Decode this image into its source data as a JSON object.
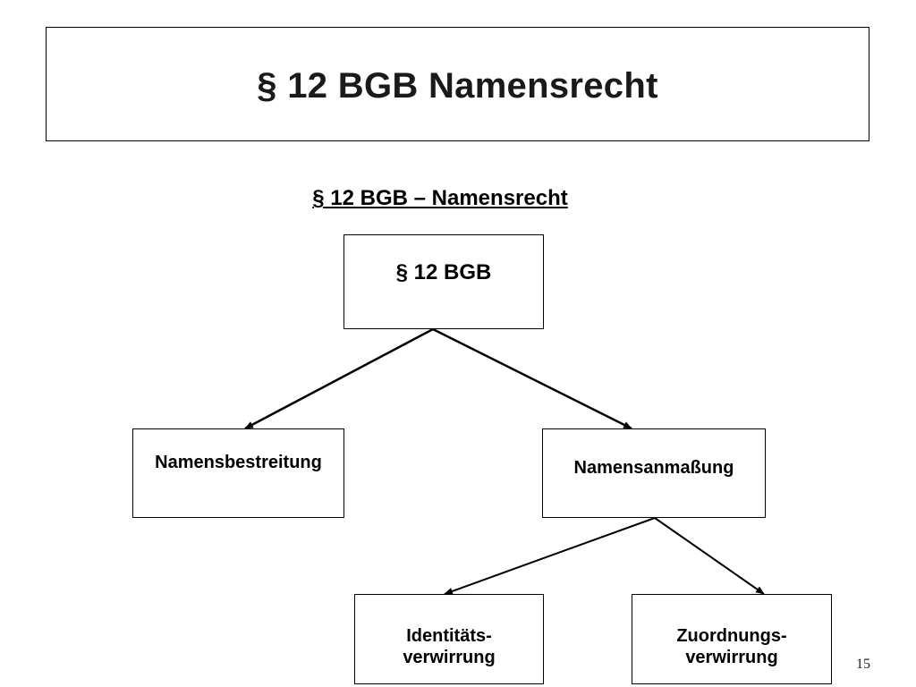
{
  "slide": {
    "title": "§ 12 BGB Namensrecht",
    "page_number": "15"
  },
  "diagram": {
    "heading": "§ 12 BGB – Namensrecht",
    "root": {
      "label": "§ 12 BGB"
    },
    "level1": {
      "left": {
        "label": "Namensbestreitung"
      },
      "right": {
        "label": "Namensanmaßung"
      }
    },
    "level2": {
      "left": {
        "line1": "Identitäts-",
        "line2": "verwirrung"
      },
      "right": {
        "line1": "Zuordnungs-",
        "line2": "verwirrung"
      }
    },
    "colors": {
      "line": "#000000",
      "box_border": "#000000",
      "background": "#ffffff"
    }
  }
}
